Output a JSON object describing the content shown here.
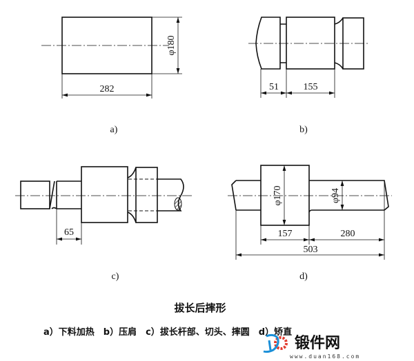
{
  "figure_a": {
    "label": "a)",
    "length": "282",
    "diameter": "φ180"
  },
  "figure_b": {
    "label": "b)",
    "dim1": "51",
    "dim2": "155"
  },
  "figure_c": {
    "label": "c)",
    "dim1": "65"
  },
  "figure_d": {
    "label": "d)",
    "diameter_large": "φ170",
    "diameter_small": "φ94",
    "dim1": "157",
    "dim2": "280",
    "total": "503"
  },
  "title": "拔长后摔形",
  "caption": "a）下料加热　b）压肩　c）拔长杆部、切头、摔圆　d）矫直",
  "watermark": {
    "name": "锻件网",
    "url": "www.duan168.com",
    "colors": {
      "blue": "#1a8fd8",
      "red": "#e23b2e"
    }
  }
}
